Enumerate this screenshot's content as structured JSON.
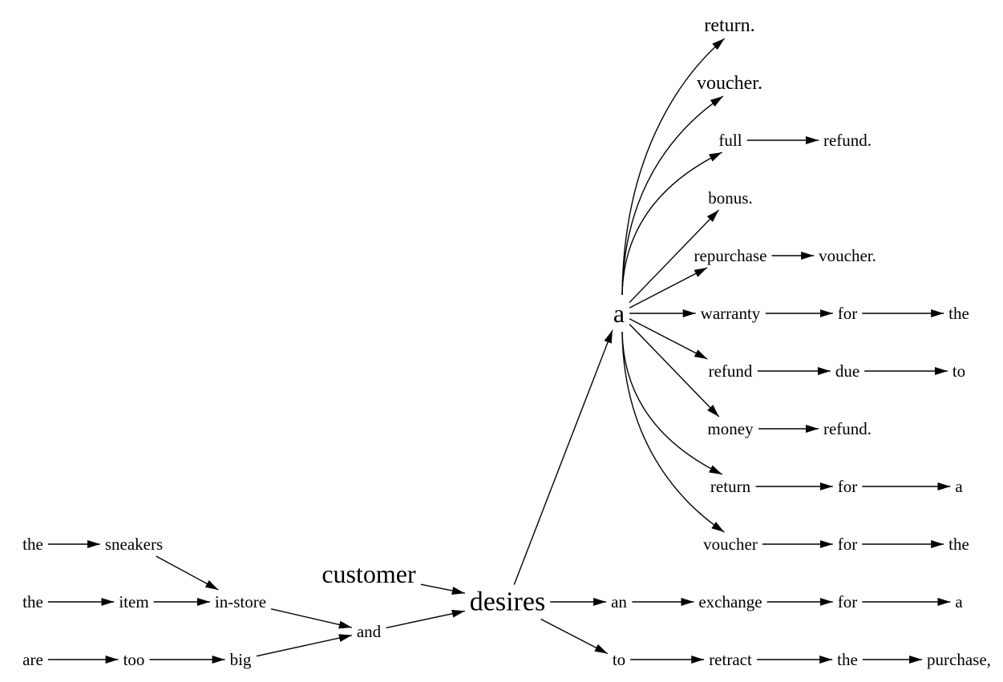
{
  "diagram": {
    "style": {
      "ink": "#000000",
      "background": "#ffffff"
    },
    "nodes": [
      {
        "id": "n_return_1",
        "label": "return."
      },
      {
        "id": "n_voucher_1",
        "label": "voucher."
      },
      {
        "id": "n_full",
        "label": "full"
      },
      {
        "id": "n_refund_1",
        "label": "refund."
      },
      {
        "id": "n_bonus",
        "label": "bonus."
      },
      {
        "id": "n_repurchase",
        "label": "repurchase"
      },
      {
        "id": "n_voucher_2",
        "label": "voucher."
      },
      {
        "id": "n_a",
        "label": "a"
      },
      {
        "id": "n_warranty",
        "label": "warranty"
      },
      {
        "id": "n_for_1",
        "label": "for"
      },
      {
        "id": "n_the_1",
        "label": "the"
      },
      {
        "id": "n_refund_2",
        "label": "refund"
      },
      {
        "id": "n_due",
        "label": "due"
      },
      {
        "id": "n_to_1",
        "label": "to"
      },
      {
        "id": "n_money",
        "label": "money"
      },
      {
        "id": "n_refund_3",
        "label": "refund."
      },
      {
        "id": "n_return_2",
        "label": "return"
      },
      {
        "id": "n_for_2",
        "label": "for"
      },
      {
        "id": "n_a_2",
        "label": "a"
      },
      {
        "id": "n_voucher_3",
        "label": "voucher"
      },
      {
        "id": "n_for_3",
        "label": "for"
      },
      {
        "id": "n_the_2",
        "label": "the"
      },
      {
        "id": "n_the_3",
        "label": "the"
      },
      {
        "id": "n_sneakers",
        "label": "sneakers"
      },
      {
        "id": "n_customer",
        "label": "customer"
      },
      {
        "id": "n_the_4",
        "label": "the"
      },
      {
        "id": "n_item",
        "label": "item"
      },
      {
        "id": "n_instore",
        "label": "in-store"
      },
      {
        "id": "n_desires",
        "label": "desires"
      },
      {
        "id": "n_an",
        "label": "an"
      },
      {
        "id": "n_exchange",
        "label": "exchange"
      },
      {
        "id": "n_for_4",
        "label": "for"
      },
      {
        "id": "n_a_3",
        "label": "a"
      },
      {
        "id": "n_and",
        "label": "and"
      },
      {
        "id": "n_are",
        "label": "are"
      },
      {
        "id": "n_too",
        "label": "too"
      },
      {
        "id": "n_big",
        "label": "big"
      },
      {
        "id": "n_to_2",
        "label": "to"
      },
      {
        "id": "n_retract",
        "label": "retract"
      },
      {
        "id": "n_the_5",
        "label": "the"
      },
      {
        "id": "n_purchase",
        "label": "purchase,"
      }
    ],
    "edges": [
      {
        "from": "n_the_3",
        "to": "n_sneakers"
      },
      {
        "from": "n_sneakers",
        "to": "n_instore"
      },
      {
        "from": "n_the_4",
        "to": "n_item"
      },
      {
        "from": "n_item",
        "to": "n_instore"
      },
      {
        "from": "n_instore",
        "to": "n_and"
      },
      {
        "from": "n_are",
        "to": "n_too"
      },
      {
        "from": "n_too",
        "to": "n_big"
      },
      {
        "from": "n_big",
        "to": "n_and"
      },
      {
        "from": "n_and",
        "to": "n_desires"
      },
      {
        "from": "n_customer",
        "to": "n_desires"
      },
      {
        "from": "n_desires",
        "to": "n_a"
      },
      {
        "from": "n_desires",
        "to": "n_an"
      },
      {
        "from": "n_desires",
        "to": "n_to_2"
      },
      {
        "from": "n_an",
        "to": "n_exchange"
      },
      {
        "from": "n_exchange",
        "to": "n_for_4"
      },
      {
        "from": "n_for_4",
        "to": "n_a_3"
      },
      {
        "from": "n_to_2",
        "to": "n_retract"
      },
      {
        "from": "n_retract",
        "to": "n_the_5"
      },
      {
        "from": "n_the_5",
        "to": "n_purchase"
      },
      {
        "from": "n_a",
        "to": "n_return_1"
      },
      {
        "from": "n_a",
        "to": "n_voucher_1"
      },
      {
        "from": "n_a",
        "to": "n_full"
      },
      {
        "from": "n_a",
        "to": "n_bonus"
      },
      {
        "from": "n_a",
        "to": "n_repurchase"
      },
      {
        "from": "n_a",
        "to": "n_warranty"
      },
      {
        "from": "n_a",
        "to": "n_refund_2"
      },
      {
        "from": "n_a",
        "to": "n_money"
      },
      {
        "from": "n_a",
        "to": "n_return_2"
      },
      {
        "from": "n_a",
        "to": "n_voucher_3"
      },
      {
        "from": "n_full",
        "to": "n_refund_1"
      },
      {
        "from": "n_repurchase",
        "to": "n_voucher_2"
      },
      {
        "from": "n_warranty",
        "to": "n_for_1"
      },
      {
        "from": "n_for_1",
        "to": "n_the_1"
      },
      {
        "from": "n_refund_2",
        "to": "n_due"
      },
      {
        "from": "n_due",
        "to": "n_to_1"
      },
      {
        "from": "n_money",
        "to": "n_refund_3"
      },
      {
        "from": "n_return_2",
        "to": "n_for_2"
      },
      {
        "from": "n_for_2",
        "to": "n_a_2"
      },
      {
        "from": "n_voucher_3",
        "to": "n_for_3"
      },
      {
        "from": "n_for_3",
        "to": "n_the_2"
      }
    ]
  }
}
